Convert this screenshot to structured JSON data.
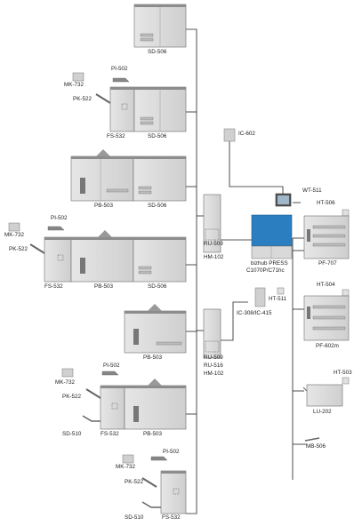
{
  "labels": {
    "sd506_a": "SD-506",
    "pi502_a": "PI-502",
    "mk732_a": "MK-732",
    "pk522_a": "PK-522",
    "fs532_a": "FS-532",
    "sd506_b": "SD-506",
    "ic602": "IC-602",
    "pb503_a": "PB-503",
    "sd506_c": "SD-506",
    "wt511": "WT-511",
    "ht506": "HT-506",
    "pi502_b": "PI-502",
    "mk732_b": "MK-732",
    "pk522_b": "PK-522",
    "ru509_a": "RU-509",
    "hm102_a": "HM-102",
    "fs532_b": "FS-532",
    "pb503_b": "PB-503",
    "sd506_d": "SD-506",
    "bizhub_line1": "bizhub PRESS",
    "bizhub_line2": "C1070P/C71hc",
    "ht511": "HT-511",
    "pf707": "PF-707",
    "ic308": "IC-308/IC-415",
    "ht504": "HT-504",
    "pb503_c": "PB-503",
    "pf602m": "PF-602m",
    "ru509_b": "RU-509",
    "ru516": "RU-516",
    "hm102_b": "HM-102",
    "pi502_c": "PI-502",
    "mk732_c": "MK-732",
    "ht503": "HT-503",
    "pk522_c": "PK-522",
    "lu202": "LU-202",
    "sd510_a": "SD-510",
    "fs532_c": "FS-532",
    "pb503_d": "PB-503",
    "mb506": "MB-506",
    "pi502_d": "PI-502",
    "mk732_d": "MK-732",
    "pk522_d": "PK-522",
    "sd510_b": "SD-510",
    "fs532_d": "FS-532"
  },
  "colors": {
    "unit_body": "#d9d9d9",
    "unit_dark": "#8c8c8c",
    "unit_outline": "#6b6b6b",
    "main_engine": "#2b7fc1",
    "line": "#222222"
  }
}
